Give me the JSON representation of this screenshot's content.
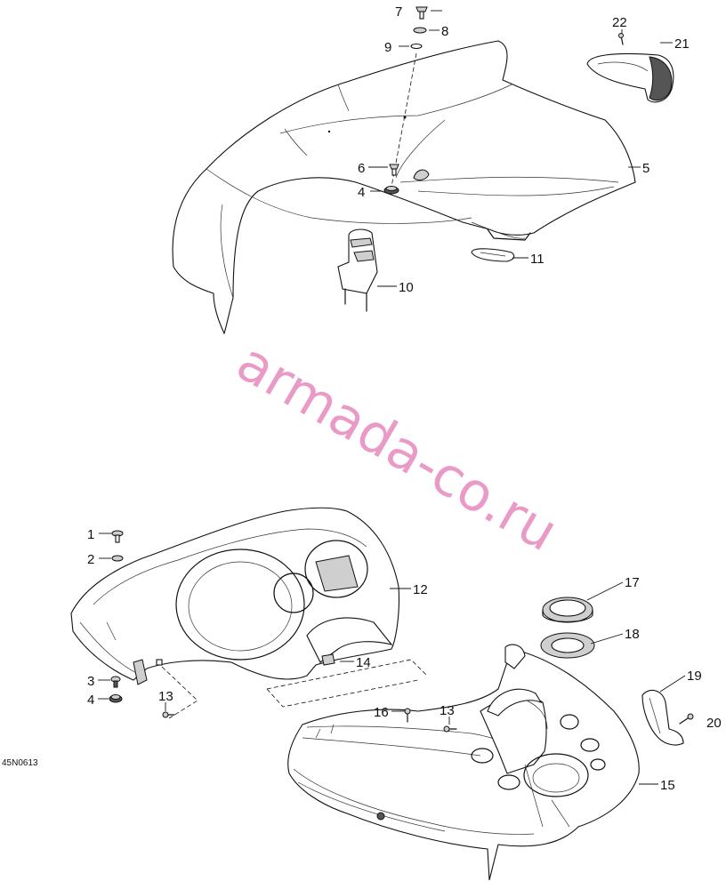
{
  "diagram": {
    "reference_code": "45N0613",
    "watermark": "armada-co.ru",
    "callouts": [
      {
        "id": "c1",
        "label": "1"
      },
      {
        "id": "c2",
        "label": "2"
      },
      {
        "id": "c3",
        "label": "3"
      },
      {
        "id": "c4a",
        "label": "4"
      },
      {
        "id": "c4b",
        "label": "4"
      },
      {
        "id": "c5",
        "label": "5"
      },
      {
        "id": "c6",
        "label": "6"
      },
      {
        "id": "c7",
        "label": "7"
      },
      {
        "id": "c8",
        "label": "8"
      },
      {
        "id": "c9",
        "label": "9"
      },
      {
        "id": "c10",
        "label": "10"
      },
      {
        "id": "c11",
        "label": "11"
      },
      {
        "id": "c12",
        "label": "12"
      },
      {
        "id": "c13a",
        "label": "13"
      },
      {
        "id": "c13b",
        "label": "13"
      },
      {
        "id": "c14",
        "label": "14"
      },
      {
        "id": "c15",
        "label": "15"
      },
      {
        "id": "c16",
        "label": "16"
      },
      {
        "id": "c17",
        "label": "17"
      },
      {
        "id": "c18",
        "label": "18"
      },
      {
        "id": "c19",
        "label": "19"
      },
      {
        "id": "c20",
        "label": "20"
      },
      {
        "id": "c21",
        "label": "21"
      },
      {
        "id": "c22",
        "label": "22"
      }
    ]
  }
}
